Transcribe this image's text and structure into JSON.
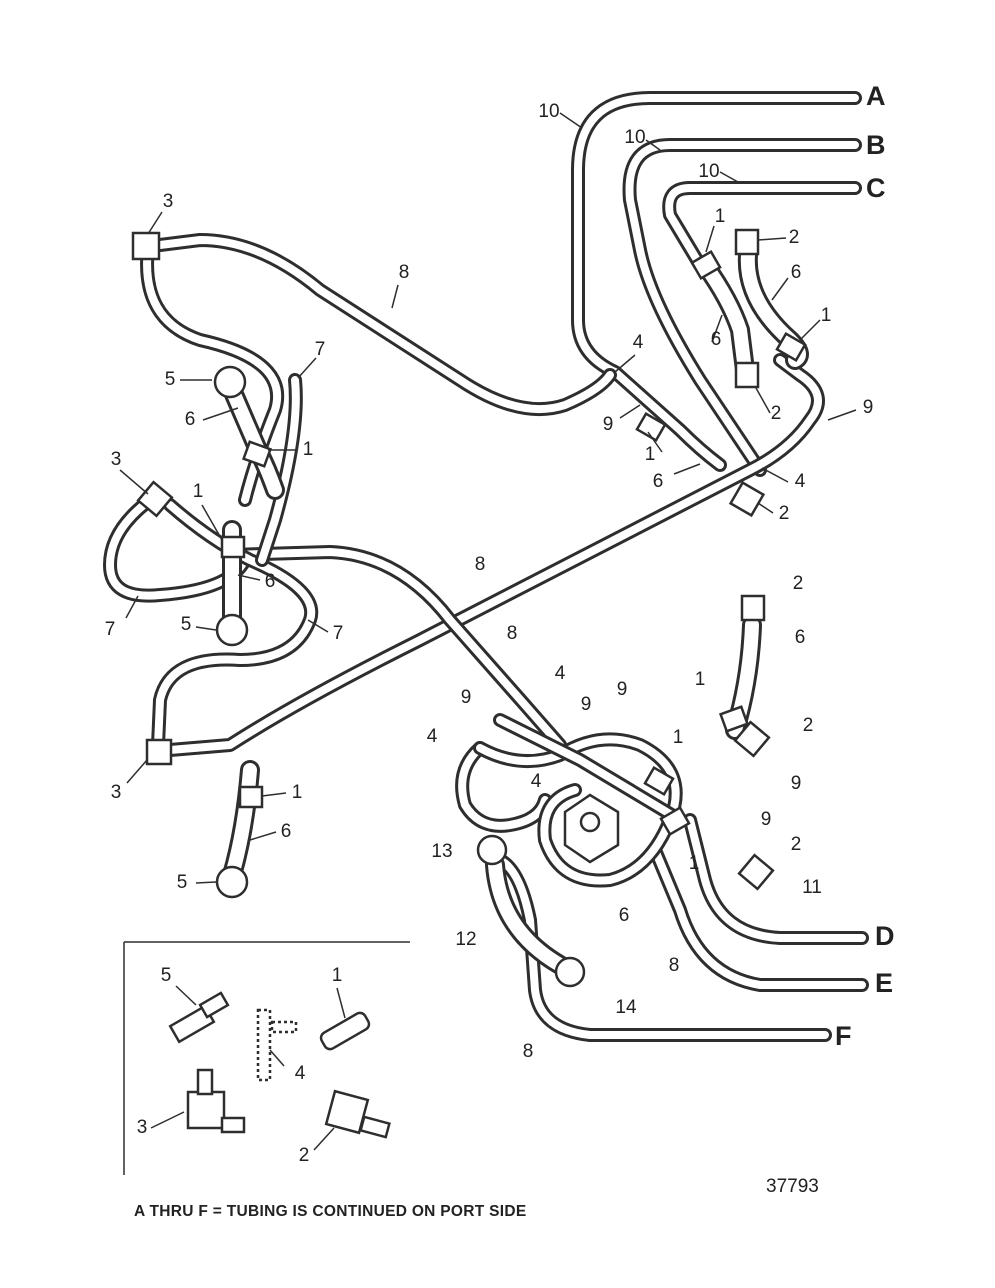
{
  "connection_letters": [
    "A",
    "B",
    "C",
    "D",
    "E",
    "F"
  ],
  "callouts": {
    "c1": "1",
    "c2": "2",
    "c3": "3",
    "c4": "4",
    "c5": "5",
    "c6": "6",
    "c7": "7",
    "c8": "8",
    "c9": "9",
    "c10": "10",
    "c11": "11",
    "c12": "12",
    "c13": "13",
    "c14": "14"
  },
  "inset_labels": [
    "5",
    "1",
    "4",
    "3",
    "2"
  ],
  "figure_number": "37793",
  "footnote": "A THRU F  = TUBING IS CONTINUED ON PORT SIDE"
}
